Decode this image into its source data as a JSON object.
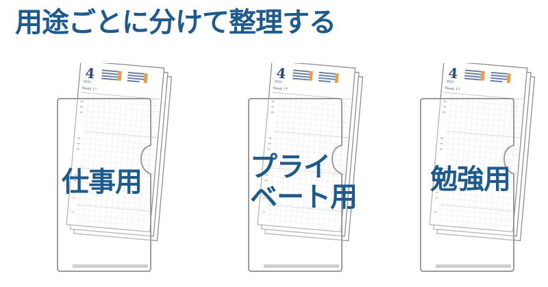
{
  "title": "用途ごとに分けて整理する",
  "colors": {
    "accent": "#1f5a8c",
    "folder_outline": "#9a9a9a",
    "paper_outline": "#8c8c8c",
    "grid": "#e2e6ea",
    "calendar_blue": "#2f4a7a",
    "calendar_orange": "#e3a04b"
  },
  "planner_page": {
    "month": "4",
    "year": "2022",
    "week": "Week 17"
  },
  "folders": [
    {
      "label_lines": [
        "仕事用"
      ]
    },
    {
      "label_lines": [
        "プライ",
        "ベート用"
      ]
    },
    {
      "label_lines": [
        "勉強用"
      ]
    }
  ]
}
